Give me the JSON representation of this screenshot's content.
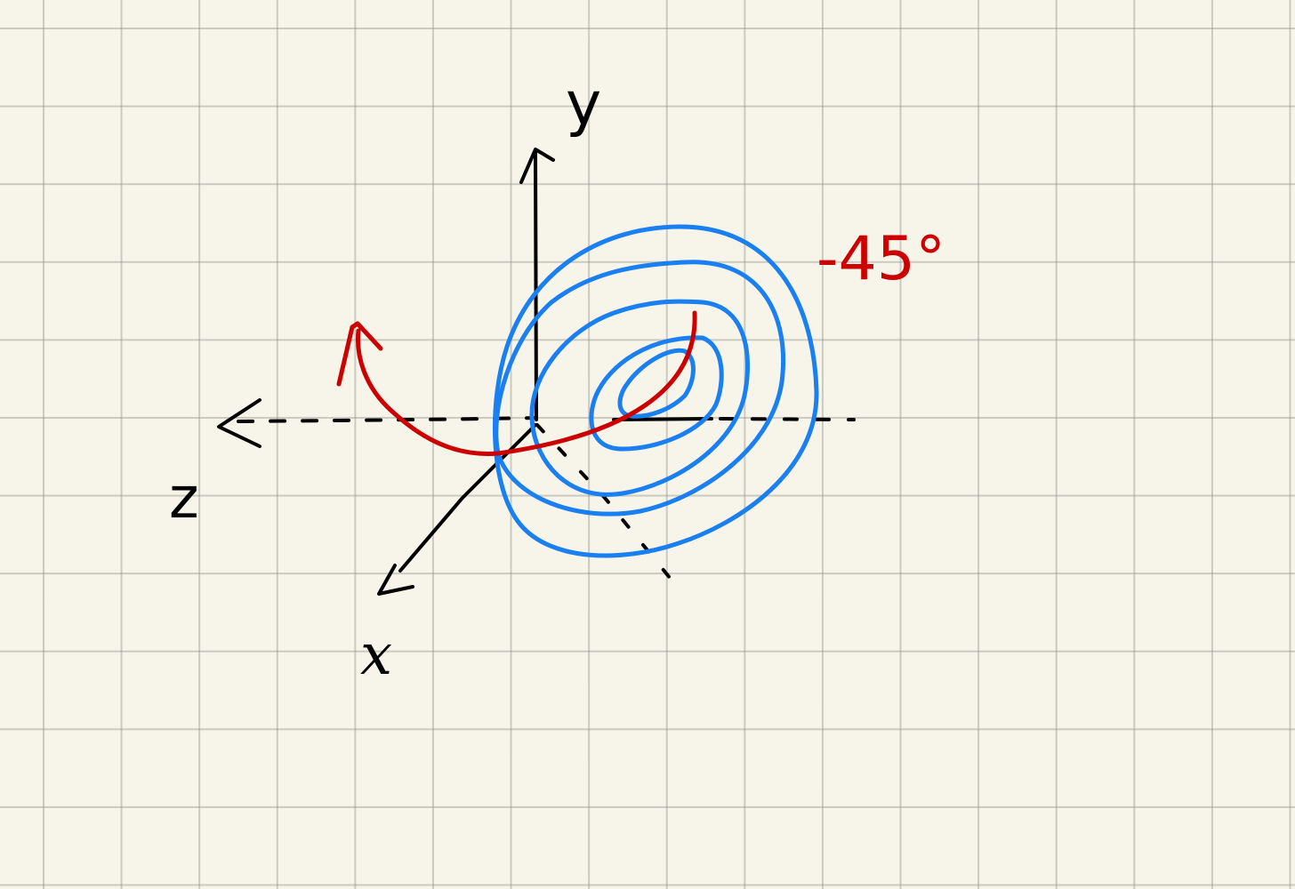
{
  "labels": {
    "y_axis": "y",
    "z_axis": "z",
    "x_axis": "x",
    "angle": "-45°"
  },
  "colors": {
    "paper": "#f7f5ea",
    "grid": "#b4b2a8",
    "ink": "#000000",
    "contours": "#1a7ff0",
    "rotation": "#cc0000"
  },
  "icons": {
    "rotation_arrow": "curved-arrow-icon"
  }
}
